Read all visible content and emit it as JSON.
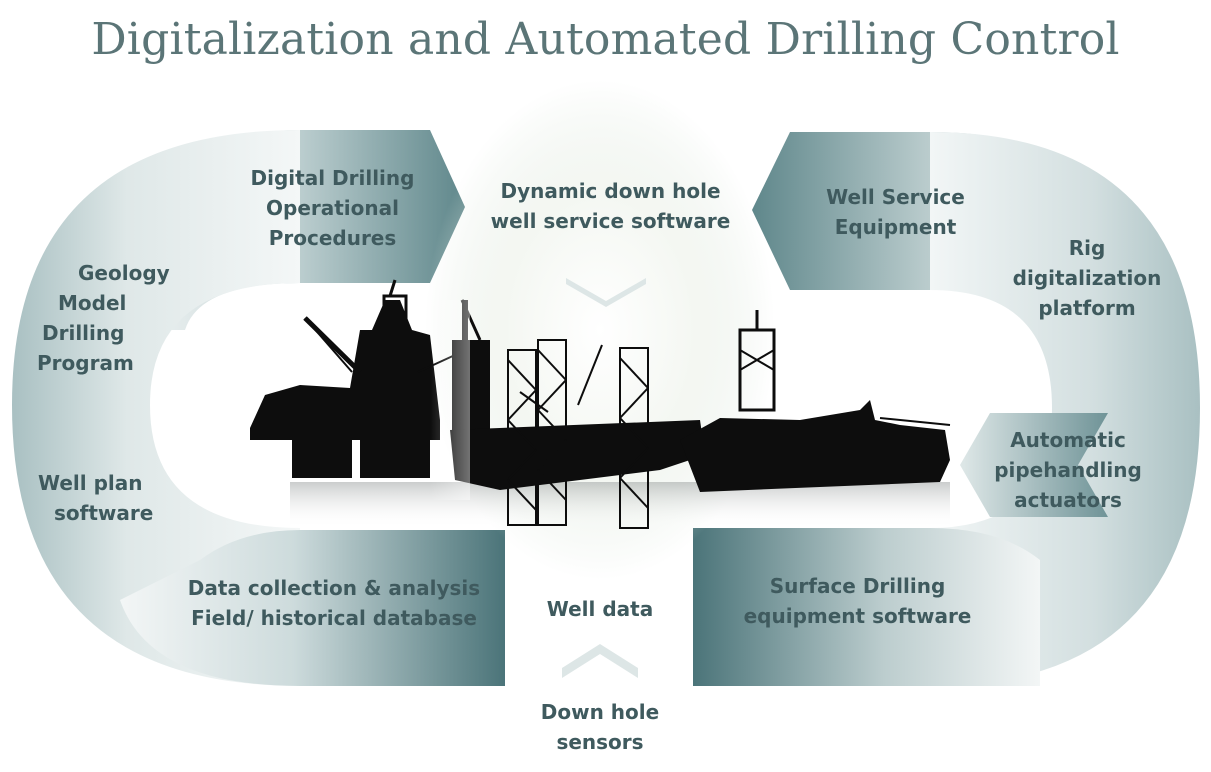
{
  "title": "Digitalization and Automated Drilling Control",
  "colors": {
    "title": "#5b7577",
    "label_text": "#3f5a5e",
    "band_dark": "#4b7479",
    "band_light": "#f3f6f6",
    "chevron": "#dfe7e7",
    "silhouette": "#0d0d0d"
  },
  "labels": {
    "digital_drilling": [
      "Digital Drilling",
      "Operational",
      "Procedures"
    ],
    "dynamic_software": [
      "Dynamic down hole",
      "well service software"
    ],
    "well_service_equipment": [
      "Well Service",
      "Equipment"
    ],
    "rig_platform": [
      "Rig",
      "digitalization",
      "platform"
    ],
    "geology_model": [
      "Geology",
      "Model",
      "Drilling",
      "Program"
    ],
    "well_plan": [
      "Well plan",
      "software"
    ],
    "pipehandling": [
      "Automatic",
      "pipehandling",
      "actuators"
    ],
    "data_collection": [
      "Data collection & analysis",
      "Field/ historical database"
    ],
    "well_data": [
      "Well data"
    ],
    "surface_drilling": [
      "Surface Drilling",
      "equipment software"
    ],
    "down_hole_sensors": [
      "Down hole",
      "sensors"
    ]
  }
}
